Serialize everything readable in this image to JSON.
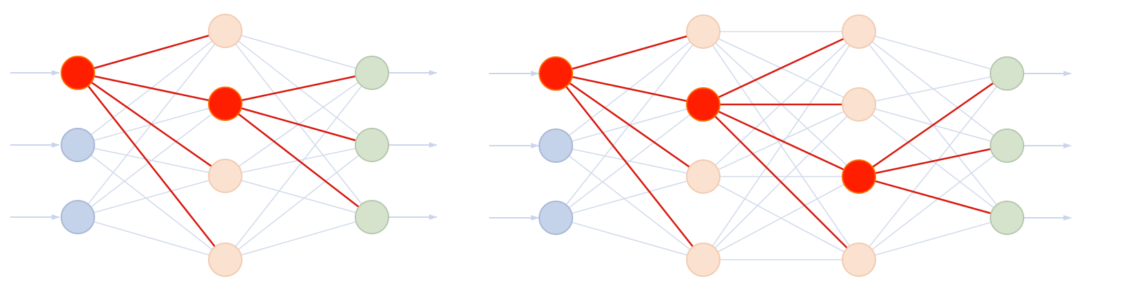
{
  "colors": {
    "input": "#c4d2ea",
    "input_stroke": "#a9b8d6",
    "hidden": "#fbe1cf",
    "hidden_stroke": "#f1cbb1",
    "output": "#d5e3cd",
    "output_stroke": "#b7c7ad",
    "active": "#ff1e00",
    "active_stroke": "#ff6a00",
    "edge": "#d2dbec",
    "active_edge": "#d81a10",
    "arrow": "#c9d5ee"
  },
  "networks": [
    {
      "name": "network-one-hidden-layer",
      "layers": [
        {
          "type": "input",
          "count": 3
        },
        {
          "type": "hidden",
          "count": 4
        },
        {
          "type": "output",
          "count": 3
        }
      ],
      "active_nodes": [
        [
          0,
          0
        ],
        [
          1,
          1
        ]
      ],
      "active_edges": [
        [
          [
            0,
            0
          ],
          [
            1,
            0
          ]
        ],
        [
          [
            0,
            0
          ],
          [
            1,
            1
          ]
        ],
        [
          [
            0,
            0
          ],
          [
            1,
            2
          ]
        ],
        [
          [
            0,
            0
          ],
          [
            1,
            3
          ]
        ],
        [
          [
            1,
            1
          ],
          [
            2,
            0
          ]
        ],
        [
          [
            1,
            1
          ],
          [
            2,
            1
          ]
        ],
        [
          [
            1,
            1
          ],
          [
            2,
            2
          ]
        ]
      ]
    },
    {
      "name": "network-two-hidden-layers",
      "layers": [
        {
          "type": "input",
          "count": 3
        },
        {
          "type": "hidden",
          "count": 4
        },
        {
          "type": "hidden",
          "count": 4
        },
        {
          "type": "output",
          "count": 3
        }
      ],
      "active_nodes": [
        [
          0,
          0
        ],
        [
          1,
          1
        ],
        [
          2,
          2
        ]
      ],
      "active_edges": [
        [
          [
            0,
            0
          ],
          [
            1,
            0
          ]
        ],
        [
          [
            0,
            0
          ],
          [
            1,
            1
          ]
        ],
        [
          [
            0,
            0
          ],
          [
            1,
            2
          ]
        ],
        [
          [
            0,
            0
          ],
          [
            1,
            3
          ]
        ],
        [
          [
            1,
            1
          ],
          [
            2,
            0
          ]
        ],
        [
          [
            1,
            1
          ],
          [
            2,
            1
          ]
        ],
        [
          [
            1,
            1
          ],
          [
            2,
            2
          ]
        ],
        [
          [
            1,
            1
          ],
          [
            2,
            3
          ]
        ],
        [
          [
            2,
            2
          ],
          [
            3,
            0
          ]
        ],
        [
          [
            2,
            2
          ],
          [
            3,
            1
          ]
        ],
        [
          [
            2,
            2
          ],
          [
            3,
            2
          ]
        ]
      ]
    }
  ]
}
